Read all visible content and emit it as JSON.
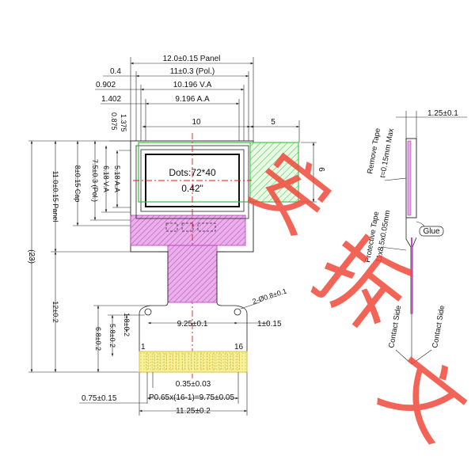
{
  "top_dims": {
    "panel_width": "12.0±0.15 Panel",
    "pol_width": "11±0.3 (Pol.)",
    "va_width": "10.196 V.A",
    "aa_width": "9.196 A.A",
    "offset_panel": "0.4",
    "offset_va": "0.902",
    "offset_aa": "1.402"
  },
  "left_dims": {
    "v_0875": "0.875",
    "v_1375": "1.375",
    "aa_height": "5.18 A.A",
    "va_height": "6.18 V.A",
    "pol_height": "7.5±0.3 (Pol.)",
    "cap_height": "8±0.15 Cap",
    "panel_height": "11.0±0.15 Panel",
    "total_height": "(23)",
    "fpc_height": "12±0.2"
  },
  "display": {
    "dots": "Dots:72*40",
    "size": "0.42\"",
    "dim_10": "10",
    "dim_5": "5",
    "dim_6": "6"
  },
  "fpc": {
    "hole_dim": "2-Ø0.8±0.1",
    "dim_925": "9.25±0.1",
    "dim_1": "1±0.15",
    "dim_18": "1.8±0.2",
    "dim_58": "5.8±0.2",
    "dim_68": "6.8±0.2",
    "pin_first": "1",
    "pin_last": "16",
    "pin_width": "0.35±0.03",
    "pitch": "P0.65x(16-1)=9.75±0.05",
    "edge": "0.75±0.15",
    "total_width": "11.25±0.2"
  },
  "side_view": {
    "remove_tape": "Remove Tape",
    "tape_thickness": "t=0.15mm Max",
    "thickness": "1.25±0.1",
    "protective_tape": "Protective Tape",
    "tape_size": "11x8.5x0.05mm",
    "glue": "Glue",
    "contact_side_left": "Contact Side",
    "contact_side_right": "Contact Side"
  },
  "watermark": {
    "chars": [
      "安",
      "拆",
      "文"
    ]
  },
  "colors": {
    "fpc_fill": "#e9a6e8",
    "fpc_hatch": "#c24fc6",
    "window_green": "#36c13c",
    "pad_yellow": "#f7f19a",
    "center_red": "#e31b1b",
    "watermark_red": "#f04a3a"
  }
}
